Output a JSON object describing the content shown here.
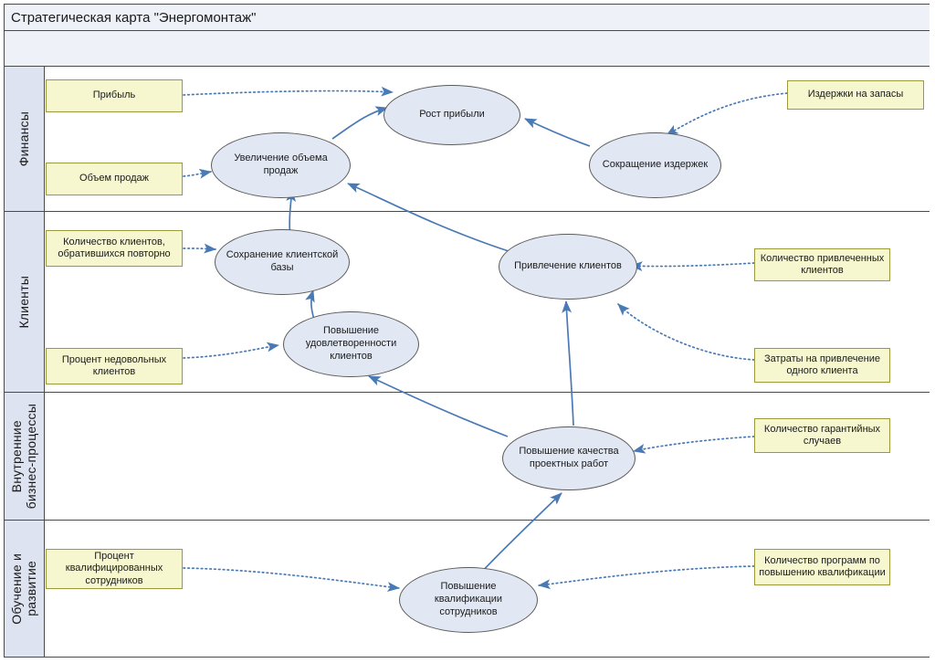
{
  "header": {
    "title": "Стратегическая карта \"Энергомонтаж\""
  },
  "colors": {
    "band": "#eef1f7",
    "perspective_cell": "#dde3f0",
    "objective_fill": "#e2e8f3",
    "objective_border": "#5a5a5a",
    "kpi_fill": "#f7f7cf",
    "kpi_border": "#9a9a3c",
    "connector": "#4a7ab5",
    "frame": "#4a4a4a"
  },
  "perspectives": [
    {
      "id": "finance",
      "label": "Финансы"
    },
    {
      "id": "clients",
      "label": "Клиенты"
    },
    {
      "id": "processes",
      "label": "Внутренние\nбизнес-процессы"
    },
    {
      "id": "learning",
      "label": "Обучение и\nразвитие"
    }
  ],
  "objectives": [
    {
      "id": "profit-growth",
      "label": "Рост прибыли",
      "perspective": "finance"
    },
    {
      "id": "sales-increase",
      "label": "Увеличение объема продаж",
      "perspective": "finance"
    },
    {
      "id": "cost-reduction",
      "label": "Сокращение издержек",
      "perspective": "finance"
    },
    {
      "id": "client-retention",
      "label": "Сохранение клиентской базы",
      "perspective": "clients"
    },
    {
      "id": "client-acquisition",
      "label": "Привлечение клиентов",
      "perspective": "clients"
    },
    {
      "id": "satisfaction-growth",
      "label": "Повышение удовлетворенности клиентов",
      "perspective": "clients"
    },
    {
      "id": "design-quality",
      "label": "Повышение качества проектных работ",
      "perspective": "processes"
    },
    {
      "id": "staff-qualification",
      "label": "Повышение квалификации сотрудников",
      "perspective": "learning"
    }
  ],
  "measures": [
    {
      "id": "profit",
      "label": "Прибыль",
      "perspective": "finance",
      "side": "left"
    },
    {
      "id": "sales-volume",
      "label": "Объем продаж",
      "perspective": "finance",
      "side": "left"
    },
    {
      "id": "inventory-costs",
      "label": "Издержки на запасы",
      "perspective": "finance",
      "side": "right"
    },
    {
      "id": "repeat-clients",
      "label": "Количество клиентов, обратившихся повторно",
      "perspective": "clients",
      "side": "left"
    },
    {
      "id": "unhappy-clients",
      "label": "Процент недовольных клиентов",
      "perspective": "clients",
      "side": "left"
    },
    {
      "id": "acquired-clients",
      "label": "Количество привлеченных клиентов",
      "perspective": "clients",
      "side": "right"
    },
    {
      "id": "cost-per-client",
      "label": "Затраты на привлечение одного клиента",
      "perspective": "clients",
      "side": "right"
    },
    {
      "id": "warranty-cases",
      "label": "Количество гарантийных случаев",
      "perspective": "processes",
      "side": "right"
    },
    {
      "id": "qualified-staff",
      "label": "Процент квалифицированных сотрудников",
      "perspective": "learning",
      "side": "left"
    },
    {
      "id": "training-programs",
      "label": "Количество программ по повышению квалификации",
      "perspective": "learning",
      "side": "right"
    }
  ],
  "links": {
    "causal": [
      {
        "from": "sales-increase",
        "to": "profit-growth"
      },
      {
        "from": "cost-reduction",
        "to": "profit-growth"
      },
      {
        "from": "client-retention",
        "to": "sales-increase"
      },
      {
        "from": "client-acquisition",
        "to": "sales-increase"
      },
      {
        "from": "satisfaction-growth",
        "to": "client-retention"
      },
      {
        "from": "design-quality",
        "to": "satisfaction-growth"
      },
      {
        "from": "design-quality",
        "to": "client-acquisition"
      },
      {
        "from": "staff-qualification",
        "to": "design-quality"
      }
    ],
    "measurement": [
      {
        "from": "profit",
        "to": "profit-growth"
      },
      {
        "from": "sales-volume",
        "to": "sales-increase"
      },
      {
        "from": "inventory-costs",
        "to": "cost-reduction"
      },
      {
        "from": "repeat-clients",
        "to": "client-retention"
      },
      {
        "from": "unhappy-clients",
        "to": "satisfaction-growth"
      },
      {
        "from": "acquired-clients",
        "to": "client-acquisition"
      },
      {
        "from": "cost-per-client",
        "to": "client-acquisition"
      },
      {
        "from": "warranty-cases",
        "to": "design-quality"
      },
      {
        "from": "qualified-staff",
        "to": "staff-qualification"
      },
      {
        "from": "training-programs",
        "to": "staff-qualification"
      }
    ]
  }
}
